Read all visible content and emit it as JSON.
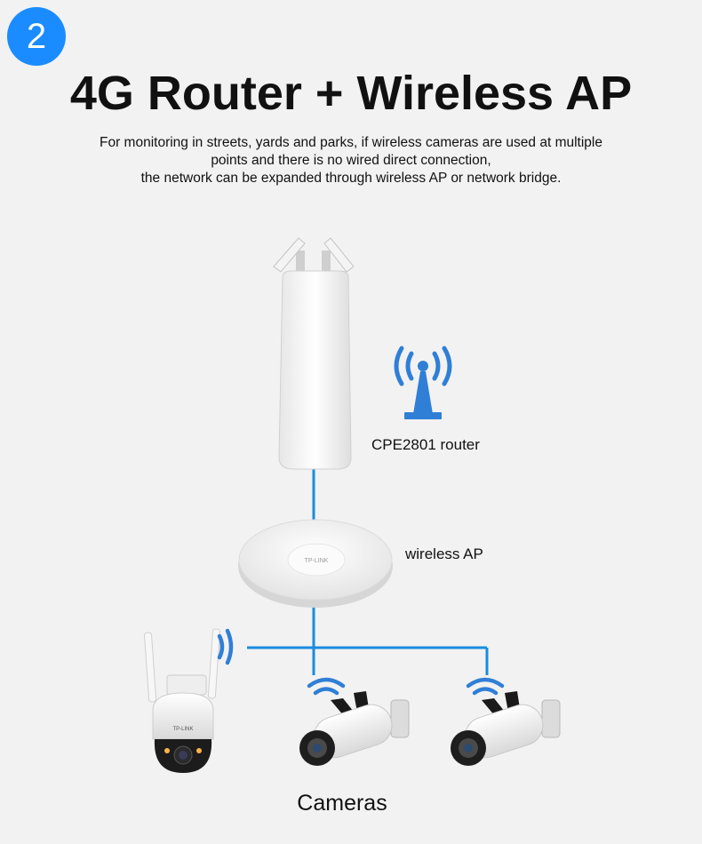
{
  "header": {
    "step_number": "2",
    "title": "4G Router + Wireless AP",
    "description_lines": [
      "For monitoring in streets, yards and parks, if wireless cameras are used at multiple",
      "points and there is no wired direct connection,",
      "the network can be expanded through wireless AP or network bridge."
    ]
  },
  "diagram": {
    "router_label": "CPE2801 router",
    "ap_label": "wireless AP",
    "cameras_label": "Cameras",
    "brand_mark": "TP-LINK",
    "link_color": "#1a8ce0",
    "signal_color": "#2f7fd6"
  }
}
